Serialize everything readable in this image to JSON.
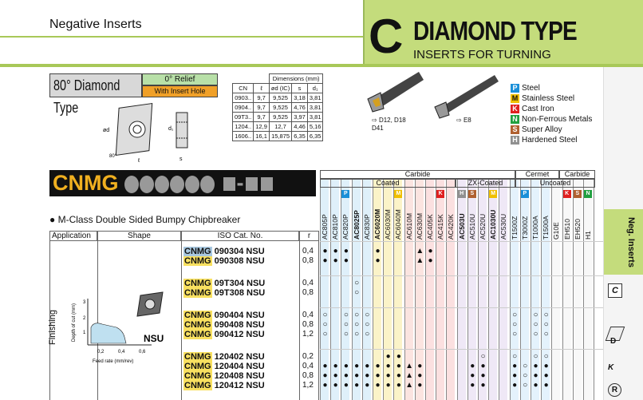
{
  "header": {
    "section": "Negative Inserts",
    "letter": "C",
    "title": "DIAMOND TYPE",
    "subtitle": "INSERTS FOR TURNING"
  },
  "insert_type": {
    "label": "80° Diamond Type",
    "relief": "0° Relief",
    "hole": "With Insert Hole"
  },
  "dimensions": {
    "title": "Dimensions (mm)",
    "cols": [
      "CN",
      "ℓ",
      "ød (IC)",
      "s",
      "d₁"
    ],
    "rows": [
      [
        "0903..",
        "9,7",
        "9,525",
        "3,18",
        "3,81"
      ],
      [
        "0904..",
        "9,7",
        "9,525",
        "4,76",
        "3,81"
      ],
      [
        "09T3..",
        "9,7",
        "9,525",
        "3,97",
        "3,81"
      ],
      [
        "1204..",
        "12,9",
        "12,7",
        "4,46",
        "5,16"
      ],
      [
        "1606..",
        "16,1",
        "15,875",
        "6,35",
        "6,35"
      ]
    ]
  },
  "holders": {
    "left": "D12, D18\nD41",
    "right": "E8"
  },
  "legend": [
    {
      "key": "P",
      "label": "Steel",
      "color": "#1a8fd8"
    },
    {
      "key": "M",
      "label": "Stainless Steel",
      "color": "#f0c000"
    },
    {
      "key": "K",
      "label": "Cast Iron",
      "color": "#e02020"
    },
    {
      "key": "N",
      "label": "Non-Ferrous Metals",
      "color": "#20a040"
    },
    {
      "key": "S",
      "label": "Super Alloy",
      "color": "#b06030"
    },
    {
      "key": "H",
      "label": "Hardened Steel",
      "color": "#909090"
    }
  ],
  "series": {
    "name": "CNMG",
    "mclass": "● M-Class   Double Sided Bumpy Chipbreaker"
  },
  "table_head": {
    "application": "Application",
    "shape": "Shape",
    "iso": "ISO Cat. No.",
    "r": "r",
    "carbide": "Carbide",
    "coated": "Coated",
    "zx": "ZX-Coated",
    "cermet": "Cermet",
    "carbide2": "Carbide",
    "uncoated": "Uncoated"
  },
  "chart_labels": {
    "ylabel": "Depth of cut (mm)",
    "xlabel": "Feed rate (mm/rev)",
    "yticks": [
      "3",
      "2",
      "1"
    ],
    "xticks": [
      "0,2",
      "0,4",
      "0,6"
    ],
    "chipbreaker": "NSU"
  },
  "application": "Finishing",
  "grades": [
    "AC805P",
    "AC810P",
    "AC820P",
    "AC8025P",
    "AC830P",
    "AC6020M",
    "AC6030M",
    "AC6040M",
    "AC610M",
    "AC630M",
    "AC405K",
    "AC415K",
    "AC420K",
    "AC503U",
    "AC510U",
    "AC520U",
    "AC1030U",
    "AC530U",
    "T1500Z",
    "T3000Z",
    "T1000A",
    "T1500A",
    "G10E",
    "EH510",
    "EH520",
    "H1"
  ],
  "rows": [
    {
      "iso": "CNMG 090304 NSU",
      "r": "0,4",
      "hl": true,
      "marks": [
        "●",
        "●",
        "●",
        "",
        "",
        "●",
        "",
        "",
        "",
        "▲",
        "●",
        "",
        "",
        "",
        "",
        "",
        "",
        "",
        "",
        "",
        "",
        "",
        "",
        "",
        "",
        ""
      ]
    },
    {
      "iso": "CNMG 090308 NSU",
      "r": "0,8",
      "hl": false,
      "marks": [
        "●",
        "●",
        "●",
        "",
        "",
        "●",
        "",
        "",
        "",
        "▲",
        "●",
        "",
        "",
        "",
        "",
        "",
        "",
        "",
        "",
        "",
        "",
        "",
        "",
        "",
        "",
        ""
      ]
    },
    {
      "iso": "CNMG 09T304 NSU",
      "r": "0,4",
      "hl": false,
      "marks": [
        "",
        "",
        "",
        "○",
        "",
        "",
        "",
        "",
        "",
        "",
        "",
        "",
        "",
        "",
        "",
        "",
        "",
        "",
        "",
        "",
        "",
        "",
        "",
        "",
        "",
        ""
      ]
    },
    {
      "iso": "CNMG 09T308 NSU",
      "r": "0,8",
      "hl": false,
      "marks": [
        "",
        "",
        "",
        "○",
        "",
        "",
        "",
        "",
        "",
        "",
        "",
        "",
        "",
        "",
        "",
        "",
        "",
        "",
        "",
        "",
        "",
        "",
        "",
        "",
        "",
        ""
      ]
    },
    {
      "iso": "CNMG 090404 NSU",
      "r": "0,4",
      "hl": false,
      "marks": [
        "○",
        "",
        "○",
        "○",
        "○",
        "",
        "",
        "",
        "",
        "",
        "",
        "",
        "",
        "",
        "",
        "",
        "",
        "",
        "○",
        "",
        "○",
        "○",
        "",
        "",
        "",
        ""
      ]
    },
    {
      "iso": "CNMG 090408 NSU",
      "r": "0,8",
      "hl": false,
      "marks": [
        "○",
        "",
        "○",
        "○",
        "○",
        "",
        "",
        "",
        "",
        "",
        "",
        "",
        "",
        "",
        "",
        "",
        "",
        "",
        "○",
        "",
        "○",
        "○",
        "",
        "",
        "",
        ""
      ]
    },
    {
      "iso": "CNMG 090412 NSU",
      "r": "1,2",
      "hl": false,
      "marks": [
        "○",
        "",
        "○",
        "○",
        "○",
        "",
        "",
        "",
        "",
        "",
        "",
        "",
        "",
        "",
        "",
        "",
        "",
        "",
        "○",
        "",
        "○",
        "○",
        "",
        "",
        "",
        ""
      ]
    },
    {
      "iso": "CNMG 120402 NSU",
      "r": "0,2",
      "hl": false,
      "marks": [
        "",
        "",
        "",
        "",
        "",
        "",
        "●",
        "●",
        "",
        "",
        "",
        "",
        "",
        "",
        "",
        "○",
        "",
        "",
        "○",
        "",
        "○",
        "○",
        "",
        "",
        "",
        ""
      ]
    },
    {
      "iso": "CNMG 120404 NSU",
      "r": "0,4",
      "hl": false,
      "marks": [
        "●",
        "●",
        "●",
        "●",
        "●",
        "●",
        "●",
        "●",
        "▲",
        "●",
        "",
        "",
        "",
        "",
        "●",
        "●",
        "",
        "",
        "●",
        "○",
        "●",
        "●",
        "",
        "",
        "",
        ""
      ]
    },
    {
      "iso": "CNMG 120408 NSU",
      "r": "0,8",
      "hl": false,
      "marks": [
        "●",
        "●",
        "●",
        "●",
        "●",
        "●",
        "●",
        "●",
        "▲",
        "●",
        "",
        "",
        "",
        "",
        "●",
        "●",
        "",
        "",
        "●",
        "○",
        "●",
        "●",
        "",
        "",
        "",
        ""
      ]
    },
    {
      "iso": "CNMG 120412 NSU",
      "r": "1,2",
      "hl": false,
      "marks": [
        "●",
        "●",
        "●",
        "●",
        "●",
        "●",
        "●",
        "●",
        "▲",
        "●",
        "",
        "",
        "",
        "",
        "●",
        "●",
        "",
        "",
        "●",
        "○",
        "●",
        "●",
        "",
        "",
        "",
        ""
      ]
    }
  ],
  "side_tabs": {
    "neg": "Neg. Inserts",
    "c": "C",
    "d": "D",
    "k": "K",
    "r": "R"
  },
  "colors": {
    "accent_green": "#c4dc7c",
    "header_black": "#111111",
    "grade_yellow": "#f8e060"
  }
}
